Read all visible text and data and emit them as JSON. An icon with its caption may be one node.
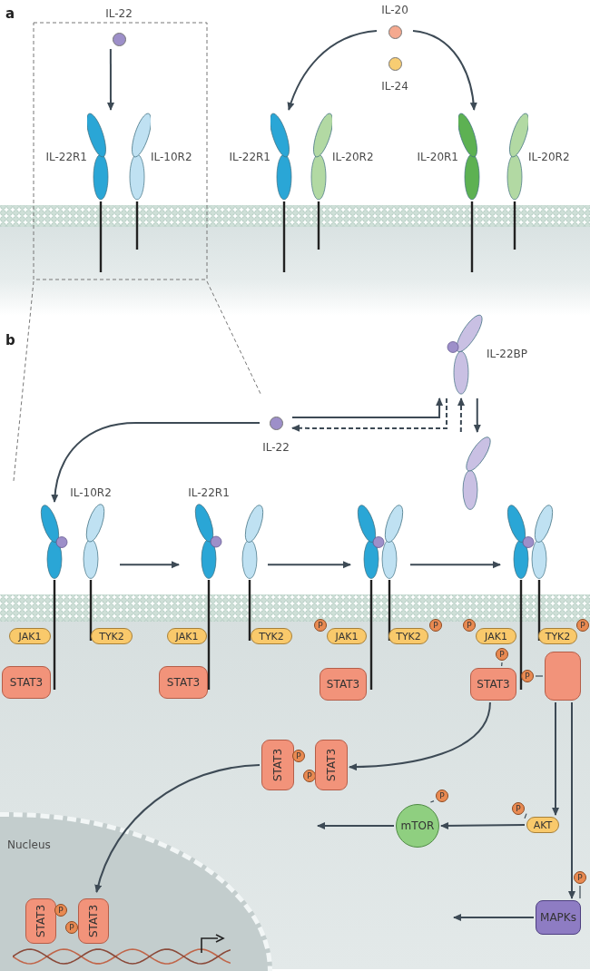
{
  "diagram": {
    "nodes": [
      {
        "text": [
          "IL-22"
        ]
      },
      {
        "text": [
          "IL-20"
        ]
      },
      {
        "text": [
          "IL-24"
        ]
      },
      {
        "text": [
          "IL-22R1"
        ]
      },
      {
        "text": [
          "IL-10R2"
        ]
      },
      {
        "text": [
          "IL-22R1"
        ]
      },
      {
        "text": [
          "IL-20R2"
        ]
      },
      {
        "text": [
          "IL-20R1"
        ]
      },
      {
        "text": [
          "IL-20R2"
        ]
      },
      {
        "text": [
          "IL-22BP"
        ]
      },
      {
        "text": [
          "IL-22"
        ]
      },
      {
        "text": [],
        "shape": "ellipse"
      },
      {
        "text": [],
        "shape": "ellipse"
      },
      {
        "text": [
          "IL-10R2"
        ]
      },
      {
        "text": [
          "IL-22R1"
        ]
      },
      {
        "text": [],
        "shape": "ellipse"
      },
      {
        "text": [],
        "shape": "ellipse"
      },
      {
        "text": [],
        "shape": "ellipse"
      },
      {
        "text": [
          "JAK1"
        ]
      },
      {
        "text": [
          "TYK2"
        ]
      },
      {
        "text": [
          "JAK1"
        ]
      },
      {
        "text": [
          "TYK2"
        ]
      },
      {
        "text": [
          "P"
        ]
      },
      {
        "text": [
          "JAK1"
        ]
      },
      {
        "text": [
          "TYK2"
        ]
      },
      {
        "text": [
          "P"
        ]
      },
      {
        "text": [
          "P"
        ]
      },
      {
        "text": [
          "JAK1"
        ]
      },
      {
        "text": [
          "TYK2"
        ]
      },
      {
        "text": [
          "P"
        ]
      },
      {
        "text": [
          "P"
        ]
      },
      {
        "text": [
          "P"
        ]
      },
      {
        "text": [
          "STAT3"
        ]
      },
      {
        "text": [
          "STAT3"
        ]
      },
      {
        "text": [
          "STAT3"
        ]
      },
      {
        "text": [
          "STAT3"
        ]
      },
      {
        "text": [],
        "shape": "box"
      },
      {
        "text": [
          "STAT3"
        ]
      },
      {
        "text": [
          "P"
        ]
      },
      {
        "text": [
          "P"
        ]
      },
      {
        "text": [
          "STAT3"
        ]
      },
      {
        "text": [
          "P"
        ]
      },
      {
        "text": [
          "P"
        ]
      },
      {
        "text": [
          "AKT"
        ]
      },
      {
        "text": [
          "mTOR"
        ]
      },
      {
        "text": [
          "Nucleus"
        ]
      },
      {
        "text": [
          "STAT3"
        ],
        "in": 45
      },
      {
        "text": [
          "P"
        ],
        "in": 45
      },
      {
        "text": [
          "P"
        ],
        "in": 45
      },
      {
        "text": [
          "STAT3"
        ],
        "in": 45
      },
      {
        "text": [
          "P"
        ]
      },
      {
        "text": [
          "MAPKs"
        ]
      }
    ],
    "edges": [
      {
        "from": 0,
        "to": 3,
        "arrow": "to"
      },
      {
        "from": 1,
        "to": 5,
        "arrow": "to"
      },
      {
        "from": 1,
        "to": 7,
        "arrow": "to"
      },
      {
        "from": 10,
        "to": 12,
        "arrow": "to"
      },
      {
        "from": 10,
        "to": 9,
        "arrow": "to"
      },
      {
        "from": 9,
        "to": 10,
        "arrow": "to",
        "style": "dashed"
      },
      {
        "from": 11,
        "to": 9,
        "arrow": "to",
        "style": "dashed"
      },
      {
        "from": 9,
        "to": 11,
        "arrow": "to"
      },
      {
        "from": 13,
        "to": 14,
        "arrow": "to"
      },
      {
        "from": 15,
        "to": 16,
        "arrow": "to"
      },
      {
        "from": 16,
        "to": 17,
        "arrow": "to"
      },
      {
        "from": 35,
        "to": 40,
        "arrow": "to"
      },
      {
        "from": 36,
        "to": 43,
        "arrow": "to"
      },
      {
        "from": 36,
        "to": 51,
        "arrow": "to"
      },
      {
        "from": 43,
        "to": 44,
        "arrow": "to"
      },
      {
        "from": 44,
        "to": null,
        "arrow": "to"
      },
      {
        "from": 51,
        "to": null,
        "arrow": "to"
      },
      {
        "from": 37,
        "to": 49,
        "arrow": "to"
      },
      {
        "from": 41,
        "to": 44,
        "arrow": "none"
      },
      {
        "from": 42,
        "to": 43,
        "arrow": "none"
      },
      {
        "from": 50,
        "to": 51,
        "arrow": "none"
      },
      {
        "from": 30,
        "to": 35,
        "arrow": "none"
      },
      {
        "from": 31,
        "to": 36,
        "arrow": "none"
      }
    ],
    "labels": [
      "a",
      "b"
    ]
  }
}
